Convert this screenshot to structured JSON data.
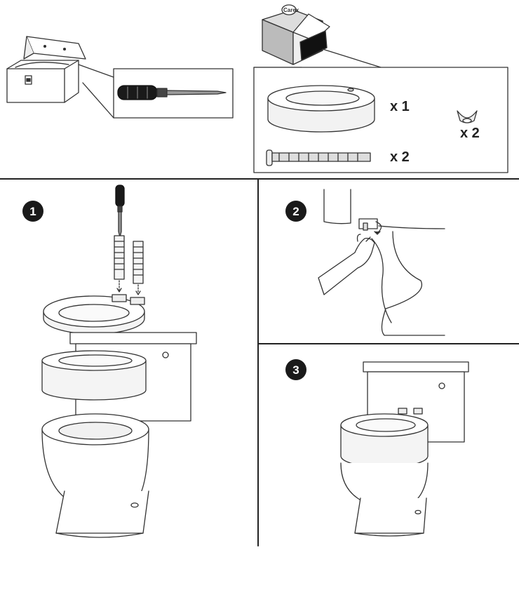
{
  "parts": {
    "riser_qty": "x 1",
    "bolt_qty": "x 2",
    "wingnut_qty": "x 2"
  },
  "box": {
    "brand": "Carex"
  },
  "steps": [
    {
      "number": "1"
    },
    {
      "number": "2"
    },
    {
      "number": "3"
    }
  ]
}
